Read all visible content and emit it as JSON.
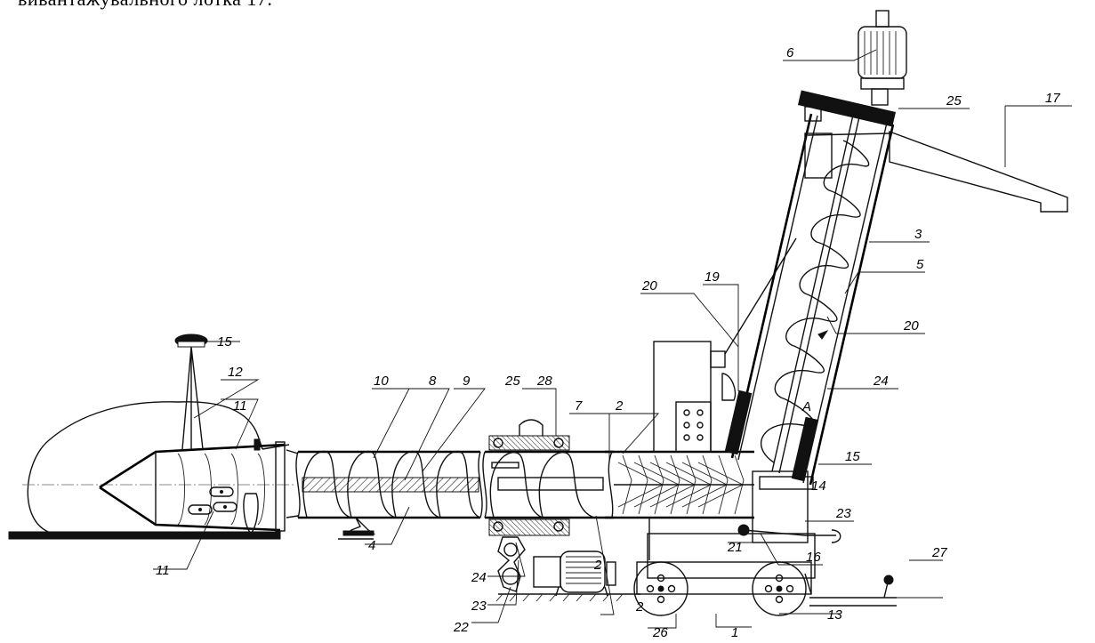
{
  "caption": "вивантажувального лотка 17.",
  "labels": {
    "l1": "1",
    "l2a": "2",
    "l2b": "2",
    "l2c": "2",
    "l3": "3",
    "l4": "4",
    "l5": "5",
    "l6": "6",
    "l7": "7",
    "l8": "8",
    "l9": "9",
    "l10": "10",
    "l11a": "11",
    "l11b": "11",
    "l12": "12",
    "l13": "13",
    "l14": "14",
    "l15a": "15",
    "l15b": "15",
    "l16": "16",
    "l17": "17",
    "l19": "19",
    "l20a": "20",
    "l20b": "20",
    "l21": "21",
    "l22": "22",
    "l23a": "23",
    "l23b": "23",
    "l24a": "24",
    "l24b": "24",
    "l25a": "25",
    "l25b": "25",
    "l26": "26",
    "l27": "27",
    "l28": "28",
    "lA": "A"
  }
}
